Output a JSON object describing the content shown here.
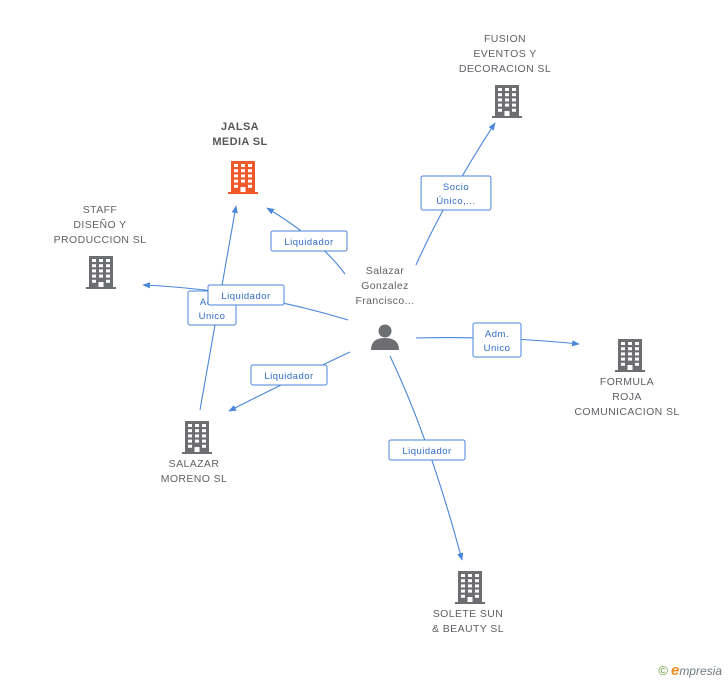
{
  "colors": {
    "edge": "#4a86d9",
    "building": "#6d6e71",
    "highlight": "#f0592a",
    "person": "#6d6e71"
  },
  "nodes": [
    {
      "id": "person",
      "type": "person",
      "lines": [
        "Salazar",
        "Gonzalez",
        "Francisco..."
      ],
      "icon": "person-icon"
    },
    {
      "id": "jalsa",
      "type": "building",
      "highlight": true,
      "bold": true,
      "lines": [
        "JALSA",
        "MEDIA SL"
      ],
      "icon": "building-icon"
    },
    {
      "id": "fusion",
      "type": "building",
      "lines": [
        "FUSION",
        "EVENTOS Y",
        "DECORACION SL"
      ],
      "icon": "building-icon"
    },
    {
      "id": "staff",
      "type": "building",
      "lines": [
        "STAFF",
        "DISEÑO Y",
        "PRODUCCION SL"
      ],
      "icon": "building-icon"
    },
    {
      "id": "formula",
      "type": "building",
      "lines": [
        "FORMULA",
        "ROJA",
        "COMUNICACION SL"
      ],
      "icon": "building-icon"
    },
    {
      "id": "salazar",
      "type": "building",
      "lines": [
        "SALAZAR",
        "MORENO  SL"
      ],
      "icon": "building-icon"
    },
    {
      "id": "solete",
      "type": "building",
      "lines": [
        "SOLETE SUN",
        "& BEAUTY SL"
      ],
      "icon": "building-icon"
    }
  ],
  "edges": [
    {
      "id": "e-jalsa",
      "from": "person",
      "to": "jalsa",
      "label": [
        "Liquidador"
      ]
    },
    {
      "id": "e-fusion",
      "from": "person",
      "to": "fusion",
      "label": [
        "Socio",
        "Único,..."
      ]
    },
    {
      "id": "e-staff",
      "from": "person",
      "to": "staff",
      "label": [
        "Adm.",
        "Unico"
      ]
    },
    {
      "id": "e-formula",
      "from": "person",
      "to": "formula",
      "label": [
        "Adm.",
        "Unico"
      ]
    },
    {
      "id": "e-salazar",
      "from": "person",
      "to": "salazar",
      "label": [
        "Liquidador"
      ]
    },
    {
      "id": "e-solete",
      "from": "person",
      "to": "solete",
      "label": [
        "Liquidador"
      ]
    },
    {
      "id": "e-salazar-jalsa",
      "from": "salazar",
      "to": "jalsa",
      "label": [
        "Liquidador"
      ]
    }
  ],
  "footer": {
    "copyright": "©",
    "brand_first": "e",
    "brand_rest": "mpresia"
  }
}
